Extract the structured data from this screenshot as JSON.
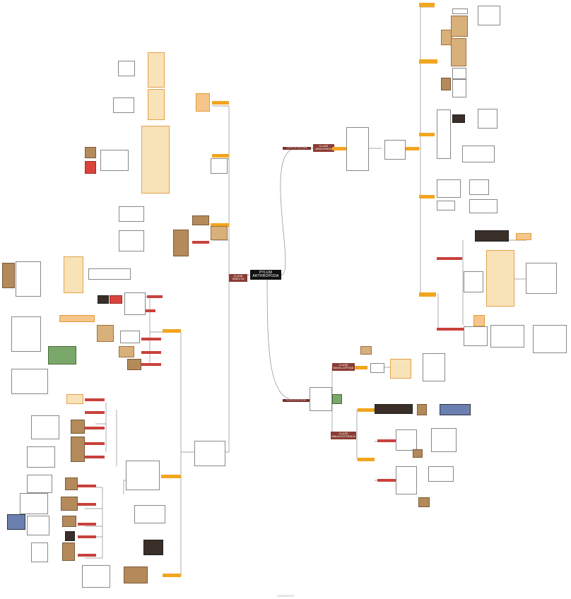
{
  "root": {
    "label": "PYLUM ARTHROPODA"
  },
  "classes": {
    "insecta": "CLASE INSECTA",
    "arachnida": "CLASE ARACHNIDA",
    "maxillopoda": "CLASE MAXILLOPODA",
    "malacostraca": "CLASE MALACOSTRACA"
  },
  "subphyla": {
    "chelicerata": "SUBPHYLUM CHELICERATA",
    "crustacea": "SUBPHYLUM CRUSTACEA"
  },
  "colors": {
    "root": "#111111",
    "clase": "#8a3c33",
    "branch_orange": "#f2a51e",
    "branch_red": "#c9413d",
    "connector": "#8a8a8a"
  }
}
